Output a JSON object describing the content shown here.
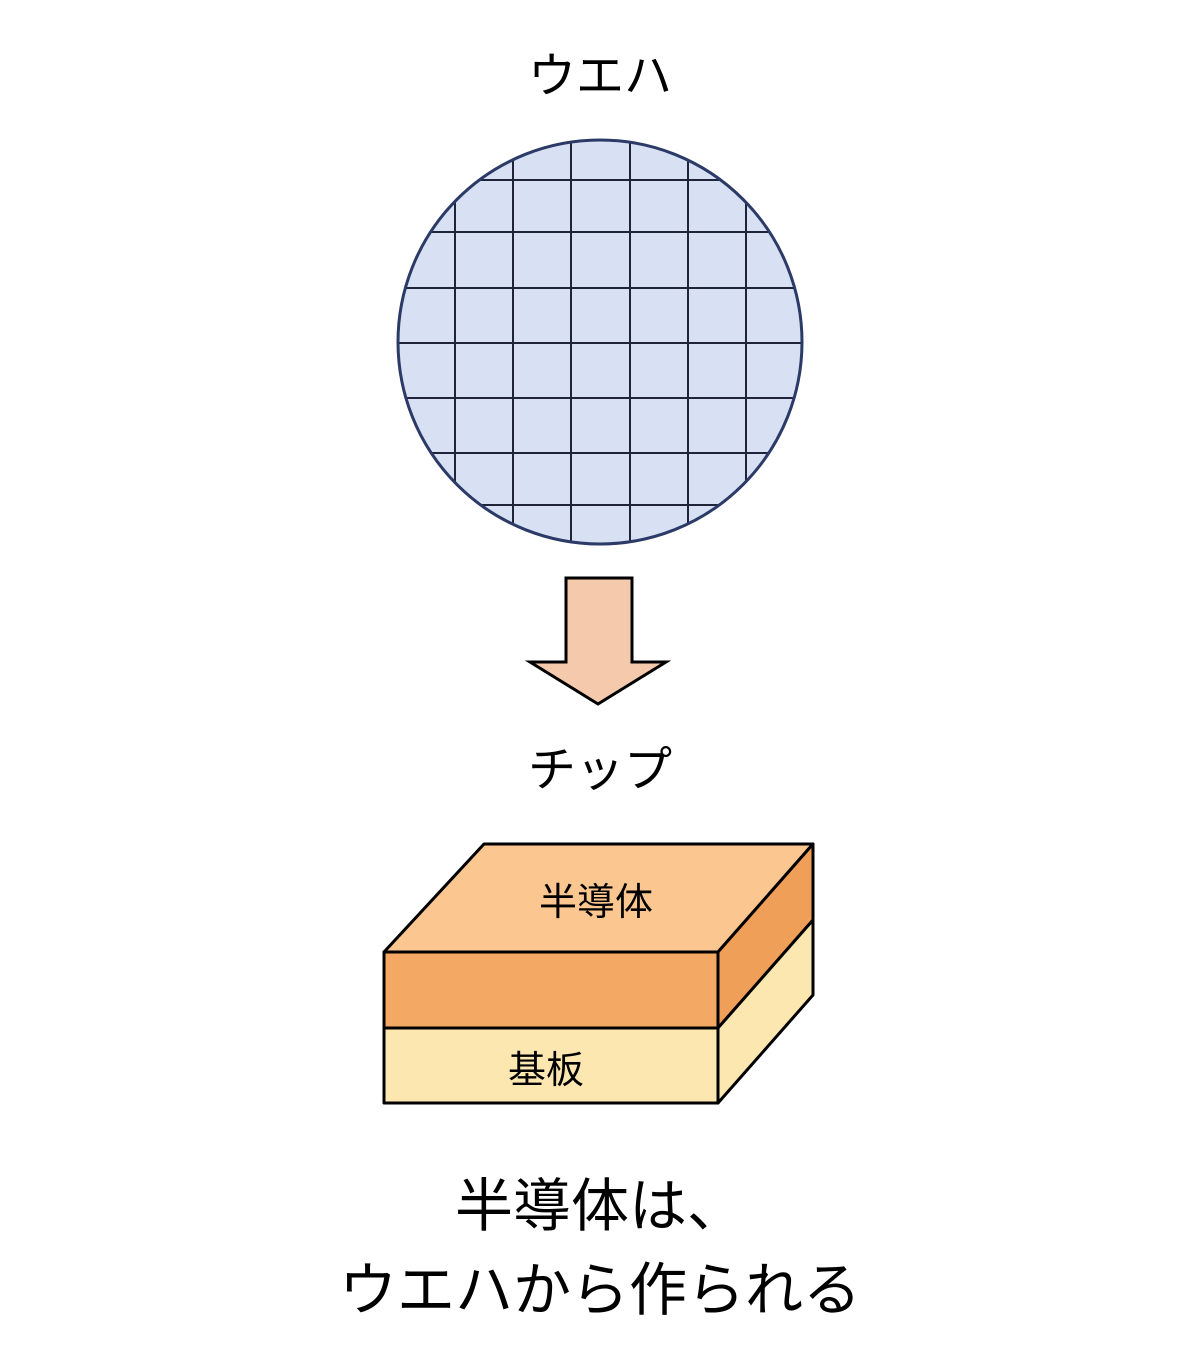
{
  "wafer": {
    "title": "ウエハ",
    "fill_color": "#d8e1f3",
    "outline_color": "#2b3a66"
  },
  "arrow": {
    "fill_color": "#f5c9ac"
  },
  "chip": {
    "title": "チップ",
    "semiconductor_label": "半導体",
    "substrate_label": "基板",
    "semiconductor_top_color": "#fbc68f",
    "semiconductor_front_color": "#f3a863",
    "semiconductor_side_color": "#ef9f58",
    "substrate_front_color": "#fde7b0",
    "substrate_side_color": "#fde7b0"
  },
  "caption": {
    "line1": "半導体は、",
    "line2": "ウエハから作られる"
  }
}
